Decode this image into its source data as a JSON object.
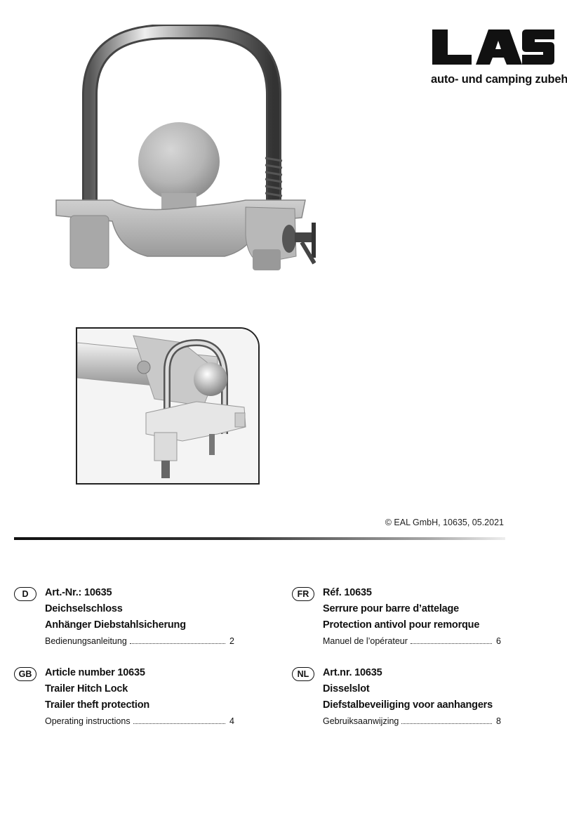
{
  "brand": {
    "logo_text": "LAS",
    "tagline": "auto- und camping zubehör"
  },
  "images": {
    "product": "trailer-hitch-lock-photo",
    "inset": "mounted-hitch-lock-photo"
  },
  "copyright": "© EAL GmbH, 10635, 05.2021",
  "languages": [
    {
      "code": "D",
      "article": "Art.-Nr.: 10635",
      "title": "Deichselschloss",
      "subtitle": "Anhänger Diebstahlsicherung",
      "manual": "Bedienungsanleitung",
      "page": "2"
    },
    {
      "code": "FR",
      "article": "Réf. 10635",
      "title": "Serrure pour barre d’attelage",
      "subtitle": "Protection antivol pour remorque",
      "manual": "Manuel de l’opérateur",
      "page": "6"
    },
    {
      "code": "GB",
      "article": "Article number 10635",
      "title": "Trailer Hitch Lock",
      "subtitle": "Trailer theft protection",
      "manual": "Operating instructions",
      "page": "4"
    },
    {
      "code": "NL",
      "article": "Art.nr. 10635",
      "title": "Disselslot",
      "subtitle": "Diefstalbeveiliging voor aanhangers",
      "manual": "Gebruiksaanwijzing",
      "page": "8"
    }
  ]
}
